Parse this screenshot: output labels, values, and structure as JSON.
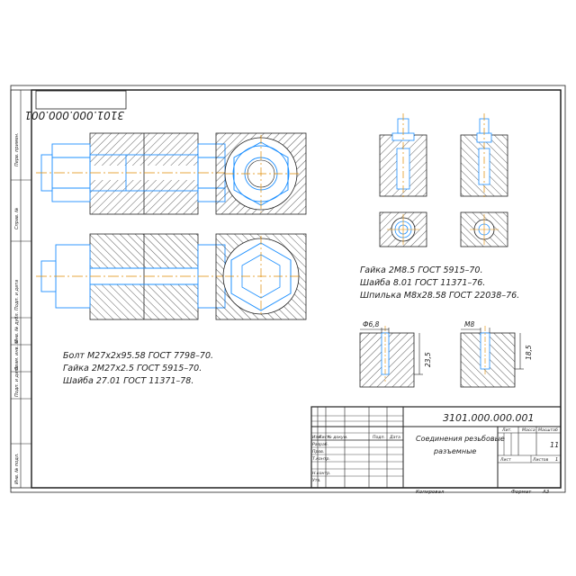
{
  "drawing": {
    "designation": "3101.000.000.001",
    "designation_mirrored": "3101.000.000.001",
    "title_line1": "Соединения резьбовые",
    "title_line2": "разъемные",
    "sheet_number": "11",
    "copied": "Копировал",
    "format_label": "Формат",
    "format_value": "A3"
  },
  "titleblock": {
    "col_change": "Изм",
    "col_sheet": "Лист",
    "col_doc": "№ докум.",
    "col_sign": "Подп.",
    "col_date": "Дата",
    "row_developed": "Разраб.",
    "row_checked": "Пров.",
    "row_tcontrol": "Т.контр.",
    "row_ncontrol": "Н.контр.",
    "row_approved": "Утв.",
    "lit_label": "Лит.",
    "mass_label": "Масса",
    "scale_label": "Масштаб",
    "sheet_label": "Лист",
    "sheets_label": "Листов",
    "sheets_value": "1"
  },
  "side_strip": {
    "primary_use": "Перв. примен.",
    "reference_no": "Справ. №",
    "sign_date_1": "Подп. и дата",
    "dup_inv": "Инв. № дубл.",
    "replace_inv": "Взам. инв. №",
    "sign_date_2": "Подп. и дата",
    "orig_inv": "Инв. № подл."
  },
  "notes": {
    "bolt_line1": "Болт М27х2х95.58 ГОСТ 7798–70.",
    "bolt_line2": "Гайка 2М27х2.5 ГОСТ 5915–70.",
    "bolt_line3": "Шайба 27.01 ГОСТ 11371–78.",
    "stud_line1": "Гайка 2М8.5 ГОСТ 5915–70.",
    "stud_line2": "Шайба 8.01 ГОСТ 11371–76.",
    "stud_line3": "Шпилька М8х28.58 ГОСТ 22038–76."
  },
  "dimensions": {
    "hole_diameter": "Ф6,8",
    "thread": "М8",
    "depth_1": "23,5",
    "depth_2": "18,5"
  },
  "colors": {
    "outline": "#1a1a1a",
    "blue": "#1e90ff",
    "centerline": "#e08a00",
    "hatch": "#333333"
  }
}
